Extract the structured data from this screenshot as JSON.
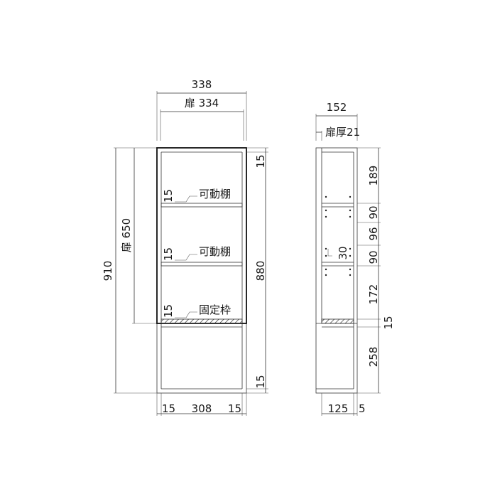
{
  "front_view": {
    "width_total": "338",
    "door_width": "扉 334",
    "height_total": "910",
    "door_height": "扉 650",
    "inner_height": "880",
    "top_panel": "15",
    "bottom_panel": "15",
    "side_left": "15",
    "inner_width": "308",
    "side_right": "15",
    "shelf1_thickness": "15",
    "shelf1_label": "可動棚",
    "shelf2_thickness": "15",
    "shelf2_label": "可動棚",
    "shelf3_thickness": "15",
    "shelf3_label": "固定枠"
  },
  "side_view": {
    "depth_total": "152",
    "door_thickness": "扉厚21",
    "seg1": "189",
    "seg2": "90",
    "seg3": "96",
    "seg4": "90",
    "seg5": "172",
    "seg6": "15",
    "seg7": "258",
    "pitch": "30",
    "inner_depth": "125",
    "back_panel": "5"
  }
}
